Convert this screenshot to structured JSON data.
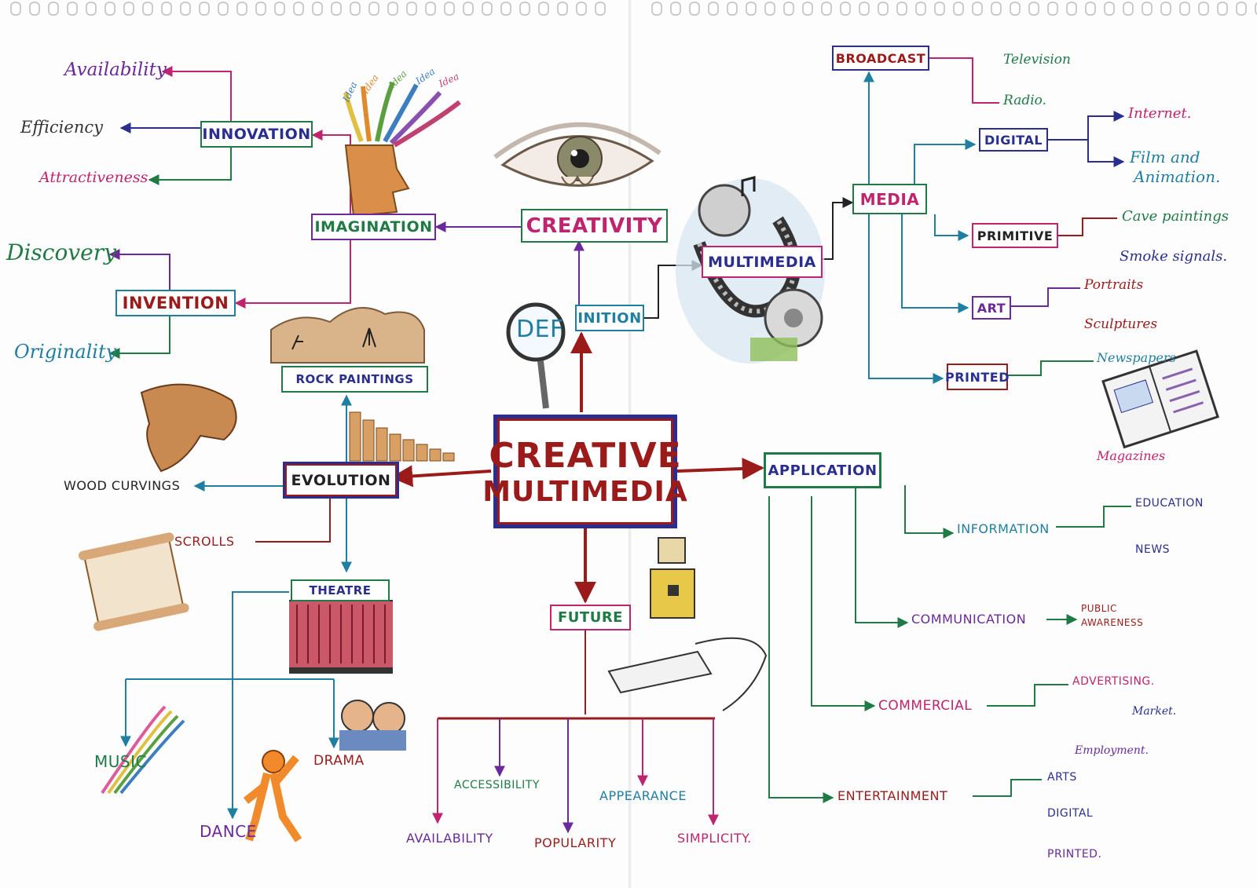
{
  "center": {
    "line1": "CREATIVE",
    "line2": "MULTIMEDIA"
  },
  "definition": {
    "part1": "DEF",
    "part2": "INITION"
  },
  "creativity": "CREATIVITY",
  "imagination": "IMAGINATION",
  "innovation": {
    "label": "INNOVATION",
    "items": [
      "Availability",
      "Efficiency",
      "Attractiveness"
    ]
  },
  "invention": {
    "label": "INVENTION",
    "items": [
      "Discovery",
      "Originality"
    ]
  },
  "idea_words": [
    "Idea",
    "Idea",
    "Idea",
    "Idea",
    "Idea"
  ],
  "multimedia": "MULTIMEDIA",
  "media": {
    "label": "MEDIA",
    "broadcast": {
      "label": "BROADCAST",
      "items": [
        "Television",
        "Radio."
      ]
    },
    "digital": {
      "label": "DIGITAL",
      "items": [
        "Internet.",
        "Film and",
        "Animation."
      ]
    },
    "primitive": {
      "label": "PRIMITIVE",
      "items": [
        "Cave paintings",
        "Smoke signals."
      ]
    },
    "art": {
      "label": "ART",
      "items": [
        "Portraits",
        "Sculptures"
      ]
    },
    "printed": {
      "label": "PRINTED",
      "items": [
        "Newspapers",
        "Magazines"
      ]
    }
  },
  "application": {
    "label": "APPLICATION",
    "information": {
      "label": "INFORMATION",
      "items": [
        "EDUCATION",
        "NEWS"
      ]
    },
    "communication": {
      "label": "COMMUNICATION",
      "item_line1": "PUBLIC",
      "item_line2": "AWARENESS"
    },
    "commercial": {
      "label": "COMMERCIAL",
      "items": [
        "ADVERTISING.",
        "Market.",
        "Employment."
      ]
    },
    "entertainment": {
      "label": "ENTERTAINMENT",
      "items": [
        "ARTS",
        "DIGITAL",
        "PRINTED."
      ]
    }
  },
  "evolution": {
    "label": "EVOLUTION",
    "rock_paintings": "ROCK PAINTINGS",
    "wood_carvings": "WOOD CURVINGS",
    "scrolls": "SCROLLS",
    "theatre": {
      "label": "THEATRE",
      "items": [
        "MUSIC",
        "DANCE",
        "DRAMA"
      ]
    }
  },
  "future": {
    "label": "FUTURE",
    "items": [
      "AVAILABILITY",
      "ACCESSIBILITY",
      "POPULARITY",
      "APPEARANCE",
      "SIMPLICITY."
    ]
  },
  "colors": {
    "maroon": "#9b1b1b",
    "navy": "#2a2f8f",
    "purple": "#6a2a9a",
    "green": "#1f7a45",
    "magenta": "#c0246e",
    "teal": "#1f7fa0",
    "dark": "#222222"
  }
}
